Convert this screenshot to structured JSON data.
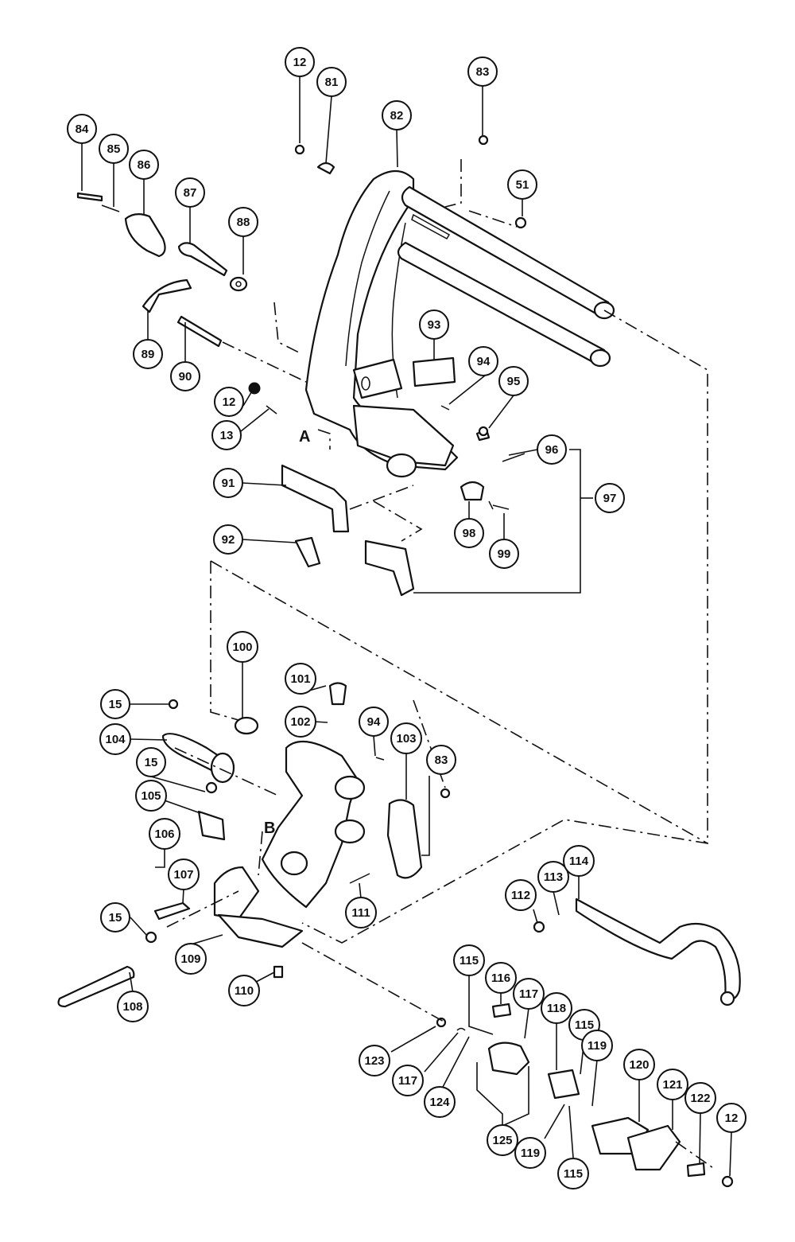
{
  "diagram": {
    "section_labels": {
      "a": "A",
      "b": "B"
    },
    "callouts": [
      "12",
      "81",
      "83",
      "84",
      "85",
      "86",
      "87",
      "88",
      "82",
      "51",
      "89",
      "90",
      "93",
      "94",
      "95",
      "12",
      "13",
      "96",
      "97",
      "91",
      "92",
      "98",
      "99",
      "100",
      "101",
      "15",
      "102",
      "94",
      "103",
      "83",
      "104",
      "15",
      "105",
      "106",
      "107",
      "111",
      "112",
      "113",
      "114",
      "15",
      "109",
      "108",
      "110",
      "115",
      "116",
      "117",
      "118",
      "115",
      "119",
      "120",
      "121",
      "122",
      "12",
      "123",
      "117",
      "124",
      "125",
      "119",
      "115"
    ]
  }
}
